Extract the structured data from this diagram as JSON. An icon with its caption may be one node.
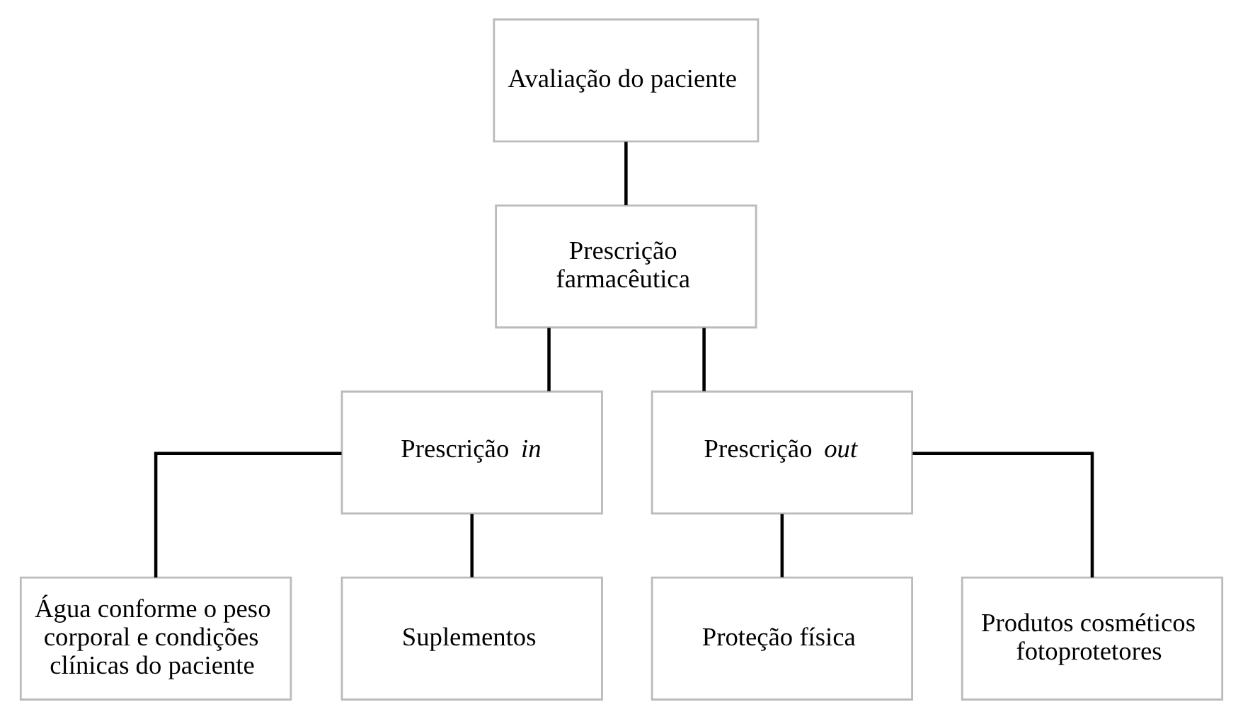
{
  "diagram": {
    "nodes": [
      {
        "text": [
          "Avaliação do paciente"
        ]
      },
      {
        "text": [
          "Prescrição farmacêutica"
        ]
      },
      {
        "text": [
          "Prescrição *in*"
        ]
      },
      {
        "text": [
          "Prescrição *out*"
        ]
      },
      {
        "text": [
          "Água conforme o peso corporal e condições clínicas do paciente"
        ]
      },
      {
        "text": [
          "Suplementos"
        ]
      },
      {
        "text": [
          "Proteção física"
        ]
      },
      {
        "text": [
          "Produtos cosméticos fotoprotetores"
        ]
      }
    ],
    "edges": [
      {
        "from": 0,
        "to": 1,
        "arrow": "none"
      },
      {
        "from": 1,
        "to": 2,
        "arrow": "none"
      },
      {
        "from": 1,
        "to": 3,
        "arrow": "none"
      },
      {
        "from": 2,
        "to": 4,
        "arrow": "none"
      },
      {
        "from": 2,
        "to": 5,
        "arrow": "none"
      },
      {
        "from": 3,
        "to": 6,
        "arrow": "none"
      },
      {
        "from": 3,
        "to": 7,
        "arrow": "none"
      }
    ]
  }
}
